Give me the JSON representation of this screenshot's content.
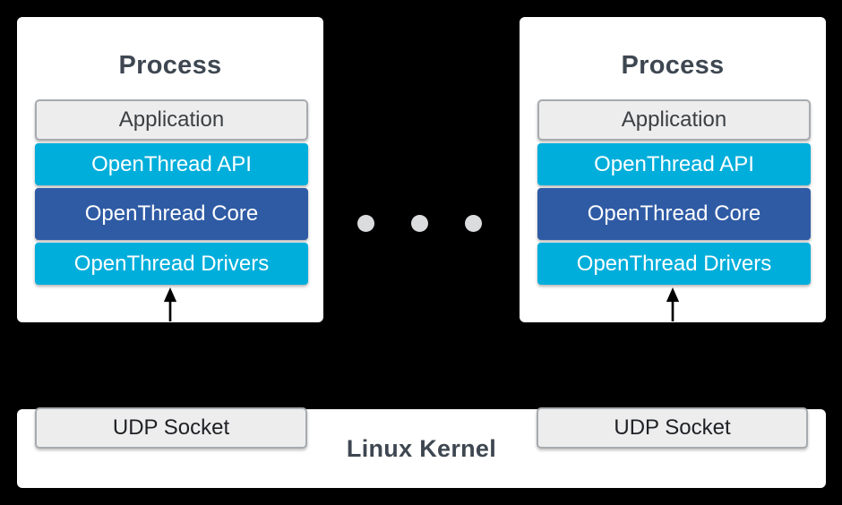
{
  "diagram": {
    "processes": [
      {
        "title": "Process",
        "layers": [
          {
            "label": "Application"
          },
          {
            "label": "OpenThread API"
          },
          {
            "label": "OpenThread Core"
          },
          {
            "label": "OpenThread Drivers"
          }
        ]
      },
      {
        "title": "Process",
        "layers": [
          {
            "label": "Application"
          },
          {
            "label": "OpenThread API"
          },
          {
            "label": "OpenThread Core"
          },
          {
            "label": "OpenThread Drivers"
          }
        ]
      }
    ],
    "ellipsis": {
      "dot_count": 3
    },
    "kernel": {
      "label": "Linux Kernel",
      "sockets": [
        "UDP Socket",
        "UDP Socket"
      ]
    },
    "colors": {
      "background": "#000000",
      "card_bg": "#ffffff",
      "layer_gray_bg": "#ededee",
      "layer_gray_border": "#a7abaf",
      "layer_cyan": "#00aedb",
      "layer_blue": "#2f5ba5",
      "heading_text": "#3e4751",
      "gray_layer_text": "#3c4043",
      "socket_text": "#1f2125",
      "white_layer_text": "#ffffff",
      "dot_color": "#dbdcde",
      "arrow_color": "#000000"
    }
  }
}
